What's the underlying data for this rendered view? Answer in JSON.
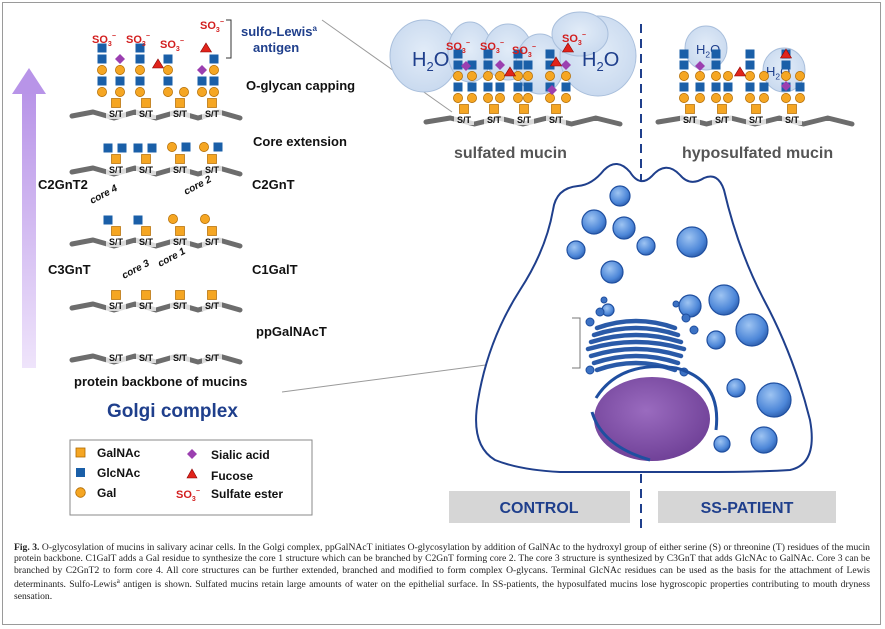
{
  "figure": {
    "steps": {
      "sulfo_lewis_title": "sulfo-Lewis",
      "sulfo_lewis_sup": "a",
      "sulfo_lewis_antigen": "antigen",
      "capping": "O-glycan capping",
      "extension": "Core extension",
      "c2gnt2": "C2GnT2",
      "c2gnt": "C2GnT",
      "c3gnt": "C3GnT",
      "c1galt": "C1GalT",
      "ppgalnact": "ppGalNAcT",
      "backbone": "protein backbone of mucins",
      "golgi": "Golgi complex",
      "core4": "core 4",
      "core2": "core 2",
      "core3": "core 3",
      "core1": "core 1",
      "site": "S/T"
    },
    "legend": {
      "galnac": "GalNAc",
      "glcnac": "GlcNAc",
      "gal": "Gal",
      "sialic": "Sialic acid",
      "fucose": "Fucose",
      "sulfate_sym": "SO",
      "sulfate_sub": "3",
      "sulfate_sup": "−",
      "sulfate": "Sulfate ester"
    },
    "mucins": {
      "sulfated": "sulfated mucin",
      "hyposulfated": "hyposulfated mucin",
      "water": "H",
      "water_sub": "2",
      "water_o": "O"
    },
    "panels": {
      "control": "CONTROL",
      "patient": "SS-PATIENT"
    },
    "colors": {
      "galnac": "#f5a623",
      "glcnac": "#1a5fa8",
      "gal": "#f5a623",
      "sialic": "#9b3fb0",
      "fucose": "#e0241b",
      "sulfate": "#d21e1e",
      "backbone": "#6d6d6d",
      "golgi_arrow": "#c9a8ec",
      "cell_outline": "#1f3f8c",
      "nucleus": "#7a4aa0",
      "panel_bar": "#d6d6d6",
      "title_blue": "#1f3f8c"
    }
  },
  "caption": {
    "label": "Fig. 3.",
    "text": " O-glycosylation of mucins in salivary acinar cells. In the Golgi complex, ppGalNAcT initiates O-glycosylation by addition of GalNAc to the hydroxyl group of either serine (S) or threonine (T) residues of the mucin protein backbone. C1GalT adds a Gal residue to synthesize the core 1 structure which can be branched by C2GnT forming core 2. The core 3 structure is synthesized by C3GnT that adds GlcNAc to GalNAc. Core 3 can be branched by C2GnT2 to form core 4. All core structures can be further extended, branched and modified to form complex O-glycans. Terminal GlcNAc residues can be used as the basis for the attachment of Lewis determinants. Sulfo-Lewis",
    "sup": "a",
    "text2": " antigen is shown. Sulfated mucins retain large amounts of water on the epithelial surface. In SS-patients, the hyposulfated mucins lose hygroscopic properties contributing to mouth dryness sensation."
  }
}
